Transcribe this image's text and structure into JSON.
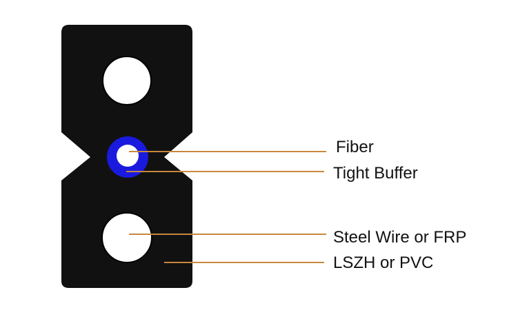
{
  "diagram": {
    "labels": {
      "fiber": "Fiber",
      "tight_buffer": "Tight Buffer",
      "steel_wire": "Steel Wire or FRP",
      "jacket": "LSZH or PVC"
    },
    "colors": {
      "jacket": "#111111",
      "buffer": "#1a1adf",
      "fiber": "#ffffff",
      "strength_member": "#ffffff",
      "leader_line": "#c8873c",
      "background": "#ffffff"
    }
  }
}
